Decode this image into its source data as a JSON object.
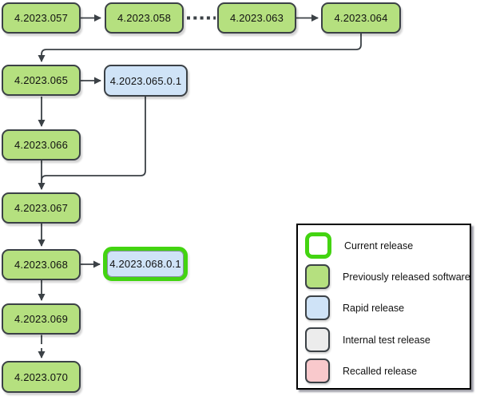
{
  "diagram": {
    "nodes": [
      {
        "label": "4.2023.057",
        "type": "previous"
      },
      {
        "label": "4.2023.058",
        "type": "previous"
      },
      {
        "label": "4.2023.063",
        "type": "previous"
      },
      {
        "label": "4.2023.064",
        "type": "previous"
      },
      {
        "label": "4.2023.065",
        "type": "previous"
      },
      {
        "label": "4.2023.065.0.1",
        "type": "rapid"
      },
      {
        "label": "4.2023.066",
        "type": "previous"
      },
      {
        "label": "4.2023.067",
        "type": "previous"
      },
      {
        "label": "4.2023.068",
        "type": "previous"
      },
      {
        "label": "4.2023.068.0.1",
        "type": "rapid",
        "current": true
      },
      {
        "label": "4.2023.069",
        "type": "previous"
      },
      {
        "label": "4.2023.070",
        "type": "previous"
      }
    ],
    "edges": [
      {
        "from": "4.2023.057",
        "to": "4.2023.058",
        "style": "solid-arrow"
      },
      {
        "from": "4.2023.058",
        "to": "4.2023.063",
        "style": "dashed"
      },
      {
        "from": "4.2023.063",
        "to": "4.2023.064",
        "style": "solid-arrow"
      },
      {
        "from": "4.2023.064",
        "to": "4.2023.065",
        "style": "solid-arrow"
      },
      {
        "from": "4.2023.065",
        "to": "4.2023.065.0.1",
        "style": "solid-arrow"
      },
      {
        "from": "4.2023.065",
        "to": "4.2023.066",
        "style": "solid-arrow"
      },
      {
        "from": "4.2023.066",
        "to": "4.2023.067",
        "style": "solid-arrow"
      },
      {
        "from": "4.2023.065.0.1",
        "to": "4.2023.067",
        "style": "solid"
      },
      {
        "from": "4.2023.067",
        "to": "4.2023.068",
        "style": "solid-arrow"
      },
      {
        "from": "4.2023.068",
        "to": "4.2023.068.0.1",
        "style": "solid-arrow"
      },
      {
        "from": "4.2023.068",
        "to": "4.2023.069",
        "style": "solid-arrow"
      },
      {
        "from": "4.2023.069",
        "to": "4.2023.070",
        "style": "solid-arrow"
      }
    ]
  },
  "legend": {
    "items": [
      {
        "label": "Current release",
        "swatch": "current"
      },
      {
        "label": "Previously released software",
        "swatch": "previous"
      },
      {
        "label": "Rapid release",
        "swatch": "rapid"
      },
      {
        "label": "Internal test release",
        "swatch": "internal"
      },
      {
        "label": "Recalled release",
        "swatch": "recalled"
      }
    ]
  },
  "colors": {
    "previous_fill": "#b5e07f",
    "rapid_fill": "#cfe3f7",
    "internal_fill": "#ececec",
    "recalled_fill": "#f9c9cc",
    "current_border": "#43d411",
    "node_stroke": "#3b4146",
    "connector": "#3b4146",
    "legend_border": "#000000"
  }
}
